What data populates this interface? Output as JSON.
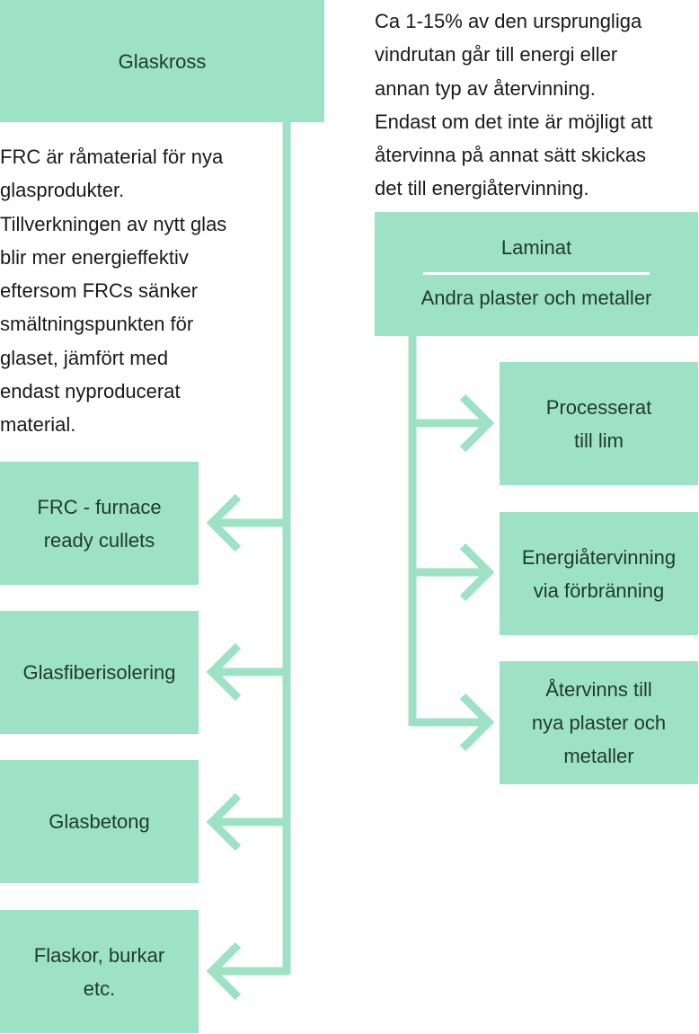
{
  "diagram": {
    "glaskross": "Glaskross",
    "left_text": "FRC är råmaterial för nya\nglasprodukter.\nTillverkningen av nytt glas\nblir mer energieffektiv\neftersom FRCs sänker\nsmältningspunkten för\nglaset, jämfört med\nendast nyproducerat\nmaterial.",
    "left_outputs": [
      "FRC - furnace\nready cullets",
      "Glasfiberisolering",
      "Glasbetong",
      "Flaskor, burkar\netc."
    ],
    "right_text": "Ca 1-15% av den ursprungliga\nvindrutan går till energi eller\nannan typ av återvinning.\nEndast om det inte är möjligt att\nåtervinna på annat sätt skickas\ndet till energiåtervinning.",
    "laminat_title": "Laminat",
    "laminat_subtitle": "Andra plaster och metaller",
    "right_outputs": [
      "Processerat\ntill lim",
      "Energiåtervinning\nvia förbränning",
      "Återvinns till\nnya plaster och\nmetaller"
    ]
  },
  "colors": {
    "box_fill": "#9de2c4",
    "connector": "#9de2c4",
    "text": "#1e3a2e"
  }
}
